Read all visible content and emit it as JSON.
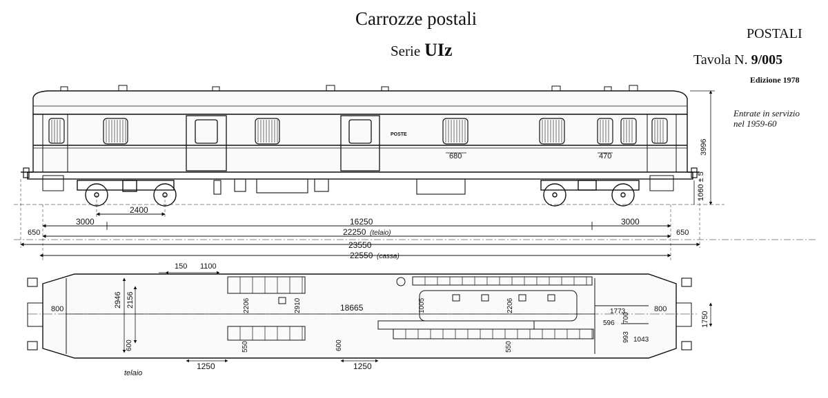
{
  "header": {
    "title": "Carrozze postali",
    "series_prefix": "Serie",
    "series_code": "UIz",
    "category": "POSTALI",
    "table_prefix": "Tavola N.",
    "table_number": "9/005",
    "edition": "Edizione 1978",
    "service_line1": "Entrate in servizio",
    "service_line2": "nel 1959-60"
  },
  "side_view": {
    "marking": "POSTE",
    "window_width": "680",
    "small_window_width": "470",
    "height_total": "3996",
    "floor_height": "1060 ± 5"
  },
  "dimensions": {
    "bogie_wheelbase": "2400",
    "bogie_overhang_left": "3000",
    "bogie_centres": "16250",
    "bogie_overhang_right": "3000",
    "buffer_left": "650",
    "frame_length": "22250",
    "frame_label": "(telaio)",
    "buffer_right": "650",
    "length_over_buffers": "23550",
    "body_length": "22550",
    "body_label": "(cassa)"
  },
  "plan_view": {
    "dim_150": "150",
    "dim_1100": "1100",
    "width_2946": "2946",
    "width_2156": "2156",
    "end_800_left": "800",
    "dim_2206_a": "2206",
    "dim_2910": "2910",
    "interior_length": "18665",
    "dim_1005": "1005",
    "dim_2206_b": "2206",
    "dim_1773": "1773",
    "end_800_right": "800",
    "dim_1750": "1750",
    "dim_596": "596",
    "dim_700": "700",
    "dim_993": "993",
    "dim_1043": "1043",
    "dim_600_a": "600",
    "dim_550_a": "550",
    "dim_600_b": "600",
    "dim_550_b": "550",
    "door_1250_a": "1250",
    "door_1250_b": "1250",
    "frame_note": "telaio"
  }
}
